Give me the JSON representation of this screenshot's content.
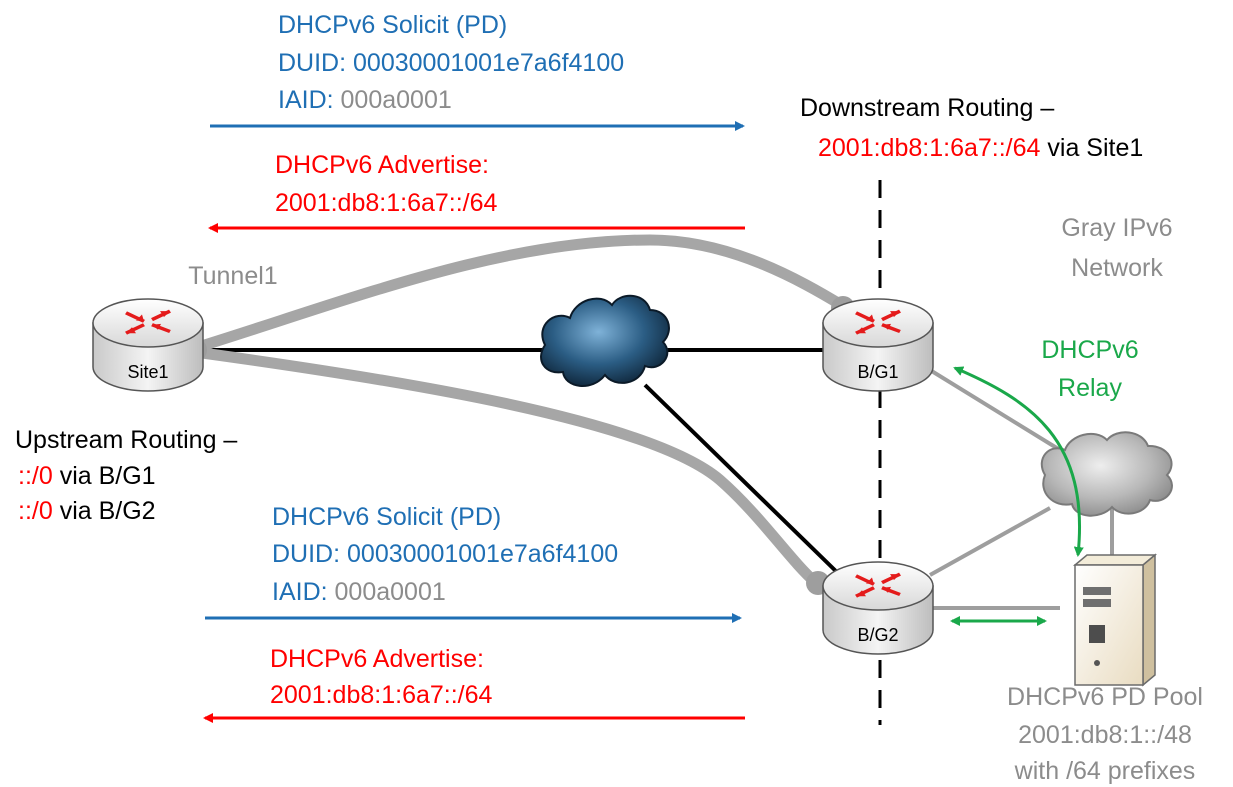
{
  "top_solicit": {
    "title": "DHCPv6 Solicit (PD)",
    "duid_label": "DUID:",
    "duid_value": "00030001001e7a6f4100",
    "iaid_label": "IAID:",
    "iaid_value": "000a0001"
  },
  "top_advertise": {
    "title": "DHCPv6 Advertise:",
    "prefix": "2001:db8:1:6a7::/64"
  },
  "bottom_solicit": {
    "title": "DHCPv6 Solicit (PD)",
    "duid_label": "DUID:",
    "duid_value": "00030001001e7a6f4100",
    "iaid_label": "IAID:",
    "iaid_value": "000a0001"
  },
  "bottom_advertise": {
    "title": "DHCPv6 Advertise:",
    "prefix": "2001:db8:1:6a7::/64"
  },
  "downstream": {
    "title": "Downstream Routing –",
    "prefix": "2001:db8:1:6a7::/64",
    "via": " via Site1"
  },
  "upstream": {
    "title": "Upstream Routing –",
    "routes": [
      {
        "prefix": "::/0",
        "via": " via B/G1"
      },
      {
        "prefix": "::/0",
        "via": " via B/G2"
      }
    ]
  },
  "network": {
    "line1": "Gray IPv6",
    "line2": "Network"
  },
  "tunnel": {
    "label": "Tunnel1"
  },
  "relay": {
    "line1": "DHCPv6",
    "line2": "Relay"
  },
  "pool": {
    "line1": "DHCPv6 PD Pool",
    "line2": "2001:db8:1::/48",
    "line3": "with /64 prefixes"
  },
  "routers": {
    "site1": "Site1",
    "bg1": "B/G1",
    "bg2": "B/G2"
  },
  "colors": {
    "blue": "#1f6fb4",
    "red": "#ff0000",
    "gray": "#8c8c8c",
    "green": "#1aa84a"
  }
}
